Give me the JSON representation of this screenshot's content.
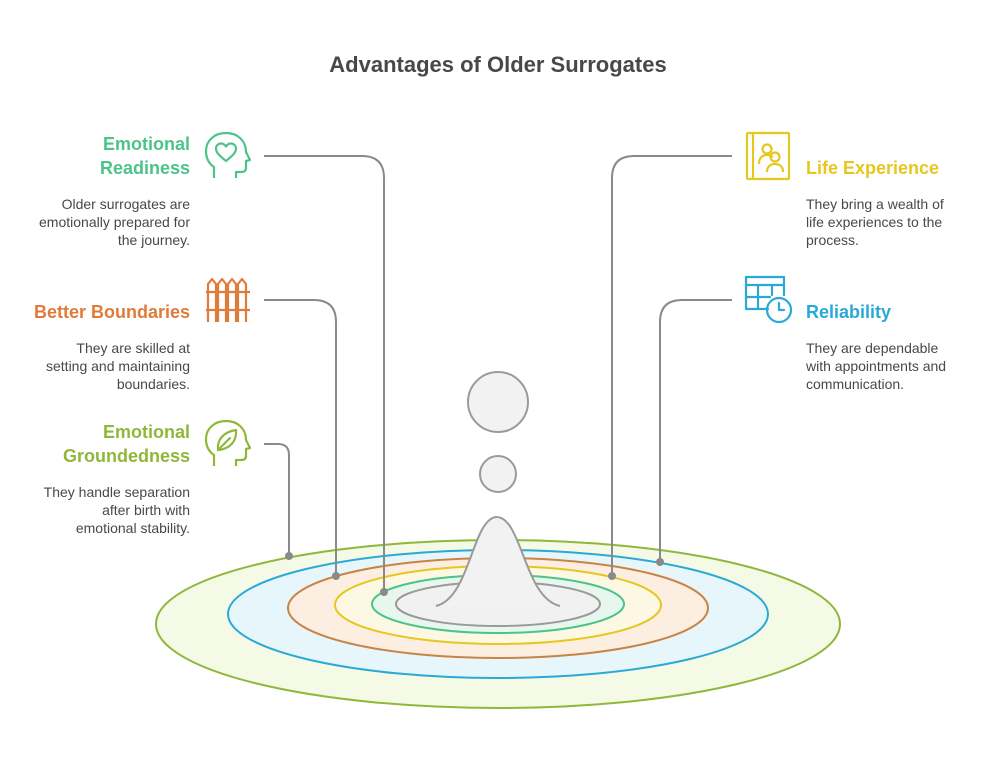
{
  "title": "Advantages of Older Surrogates",
  "colors": {
    "emotional_readiness": "#4cc38a",
    "better_boundaries": "#e07b39",
    "emotional_groundedness": "#8fb83a",
    "life_experience": "#e5c71f",
    "reliability": "#2ba9d6",
    "connector": "#8a8a8a"
  },
  "items": {
    "emotional_readiness": {
      "heading_1": "Emotional",
      "heading_2": "Readiness",
      "desc_1": "Older surrogates are",
      "desc_2": "emotionally prepared for",
      "desc_3": "the journey.",
      "icon": "heart-head-icon"
    },
    "better_boundaries": {
      "heading_1": "Better Boundaries",
      "desc_1": "They are skilled at",
      "desc_2": "setting and maintaining",
      "desc_3": "boundaries.",
      "icon": "fence-icon"
    },
    "emotional_groundedness": {
      "heading_1": "Emotional",
      "heading_2": "Groundedness",
      "desc_1": "They handle separation",
      "desc_2": "after birth with",
      "desc_3": "emotional stability.",
      "icon": "leaf-head-icon"
    },
    "life_experience": {
      "heading_1": "Life Experience",
      "desc_1": "They bring a wealth of",
      "desc_2": "life experiences to the",
      "desc_3": "process.",
      "icon": "photo-album-icon"
    },
    "reliability": {
      "heading_1": "Reliability",
      "desc_1": "They are dependable",
      "desc_2": "with appointments and",
      "desc_3": "communication.",
      "icon": "calendar-clock-icon"
    }
  }
}
